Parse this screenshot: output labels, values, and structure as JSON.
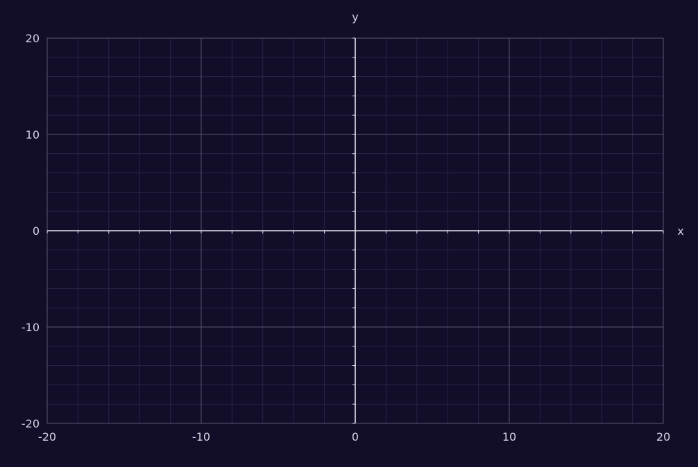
{
  "chart_data": {
    "type": "scatter",
    "xlabel": "x",
    "ylabel": "y",
    "xlim": [
      -20,
      20
    ],
    "ylim": [
      -20,
      20
    ],
    "x_ticks": [
      "-20",
      "-10",
      "0",
      "10",
      "20"
    ],
    "y_ticks": [
      "20",
      "10",
      "0",
      "-10",
      "-20"
    ],
    "x_tick_values": [
      -20,
      -10,
      0,
      10,
      20
    ],
    "y_tick_values": [
      20,
      10,
      0,
      -10,
      -20
    ],
    "major_step": 10,
    "minor_step": 2,
    "grid": true,
    "series": []
  },
  "colors": {
    "background": "#120d29",
    "minor_grid": "#2a2545",
    "major_grid": "#5a5570",
    "axis": "#e8e6f2",
    "text": "#d6d3e3"
  }
}
